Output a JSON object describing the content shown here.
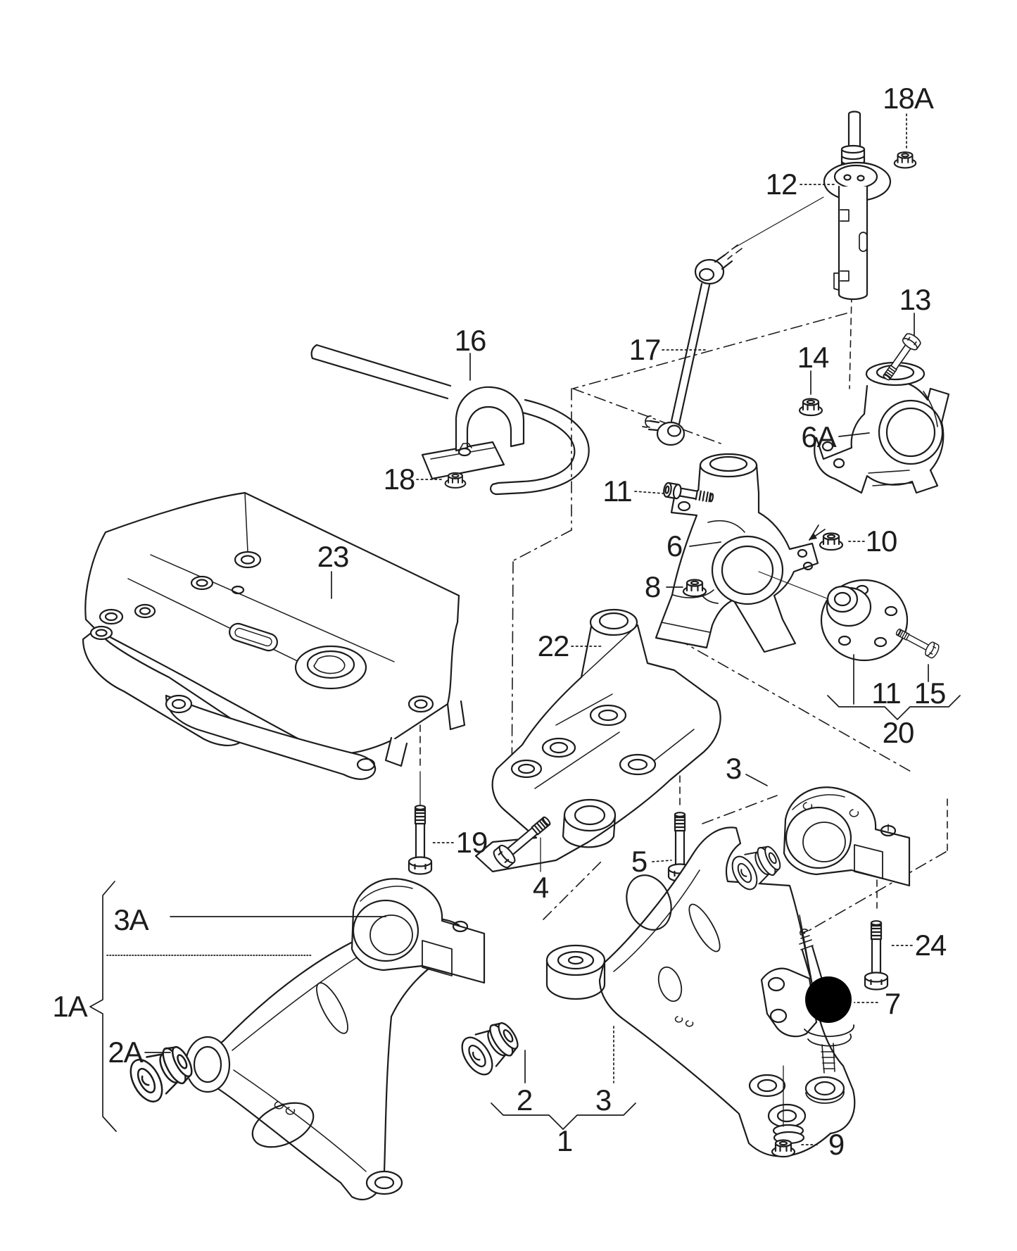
{
  "diagram": {
    "background": "#ffffff",
    "line_color": "#1c1c1c",
    "highlight_color": "#000000",
    "callouts": [
      {
        "id": "18A",
        "text": "18A"
      },
      {
        "id": "12",
        "text": "12"
      },
      {
        "id": "17",
        "text": "17"
      },
      {
        "id": "16",
        "text": "16"
      },
      {
        "id": "18",
        "text": "18"
      },
      {
        "id": "13",
        "text": "13"
      },
      {
        "id": "14",
        "text": "14"
      },
      {
        "id": "6A",
        "text": "6A"
      },
      {
        "id": "11-upper",
        "text": "11"
      },
      {
        "id": "6",
        "text": "6"
      },
      {
        "id": "8",
        "text": "8"
      },
      {
        "id": "10",
        "text": "10"
      },
      {
        "id": "23",
        "text": "23"
      },
      {
        "id": "22",
        "text": "22"
      },
      {
        "id": "11-hub",
        "text": "11"
      },
      {
        "id": "15",
        "text": "15"
      },
      {
        "id": "20",
        "text": "20"
      },
      {
        "id": "19",
        "text": "19"
      },
      {
        "id": "4",
        "text": "4"
      },
      {
        "id": "5",
        "text": "5"
      },
      {
        "id": "3-bracket",
        "text": "3"
      },
      {
        "id": "24",
        "text": "24"
      },
      {
        "id": "7",
        "text": "7"
      },
      {
        "id": "9",
        "text": "9"
      },
      {
        "id": "2",
        "text": "2"
      },
      {
        "id": "3-lower",
        "text": "3"
      },
      {
        "id": "1",
        "text": "1"
      },
      {
        "id": "3A",
        "text": "3A"
      },
      {
        "id": "1A",
        "text": "1A"
      },
      {
        "id": "2A",
        "text": "2A"
      }
    ]
  }
}
